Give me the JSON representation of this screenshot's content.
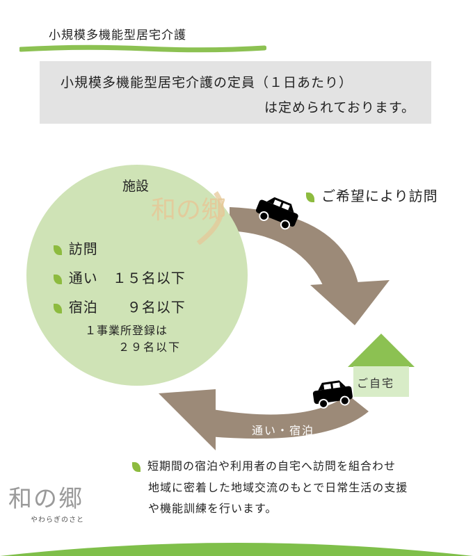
{
  "header": {
    "title": "小規模多機能型居宅介護"
  },
  "notice": {
    "line1": "小規模多機能型居宅介護の定員（１日あたり）",
    "line2": "は定められております。"
  },
  "facility": {
    "title": "施設",
    "services": {
      "visit": "訪問",
      "daycare": "通い　１５名以下",
      "stay": "宿泊　　９名以下"
    },
    "registration_line1": "１事業所登録は",
    "registration_line2": "２９名以下",
    "watermark_text": "和の郷"
  },
  "visit_callout": "ご希望により訪問",
  "home_label": "ご自宅",
  "daycare_stay_label": "通い・宿泊",
  "description": {
    "line1": "短期間の宿泊や利用者の自宅へ訪問を組合わせ",
    "line2": "地域に密着した地域交流のもとで日常生活の支援",
    "line3": "や機能訓練を行います。"
  },
  "logo": {
    "name": "和の郷",
    "reading": "やわらぎのさと"
  },
  "colors": {
    "circle": "#cfe3b6",
    "arrow": "#9c8a78",
    "house": "#8cc152",
    "bullet": "#8dbb3f",
    "notice_bg": "#e3e3e3",
    "ground": "#7fbf4a"
  },
  "icons": [
    "leaf-bullet-icon",
    "car-icon",
    "house-icon",
    "curved-arrow-icon"
  ]
}
